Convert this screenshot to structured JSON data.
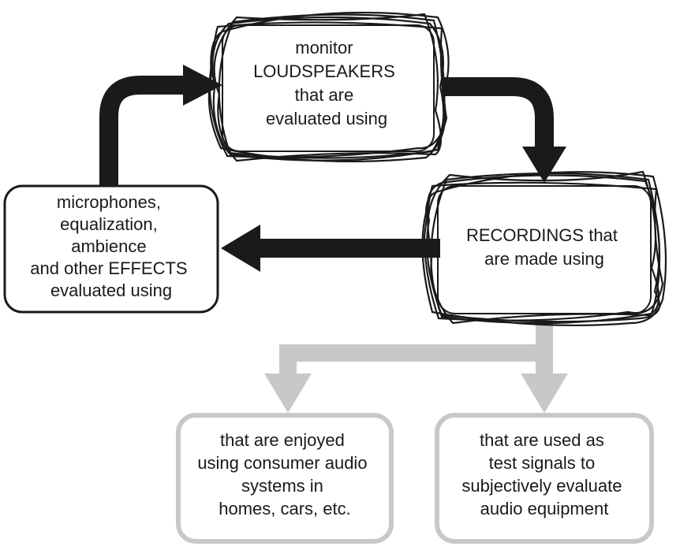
{
  "diagram": {
    "nodes": {
      "loudspeakers": {
        "lines": [
          "monitor",
          "LOUDSPEAKERS",
          "that are",
          "evaluated using"
        ]
      },
      "recordings": {
        "lines": [
          "RECORDINGS that",
          "are made using"
        ]
      },
      "effects": {
        "lines": [
          "microphones,",
          "equalization,",
          "ambience",
          "and other EFFECTS",
          "evaluated using"
        ]
      },
      "enjoyed": {
        "lines": [
          "that are enjoyed",
          "using consumer audio",
          "systems in",
          "homes, cars, etc."
        ]
      },
      "test_signals": {
        "lines": [
          "that are used as",
          "test signals to",
          "subjectively evaluate",
          "audio equipment"
        ]
      }
    },
    "colors": {
      "loop_arrow": "#1a1a1a",
      "branch_arrow": "#c8c8c8",
      "box_border_dark": "#1a1a1a",
      "box_border_light": "#c8c8c8",
      "text": "#1a1a1a"
    }
  }
}
